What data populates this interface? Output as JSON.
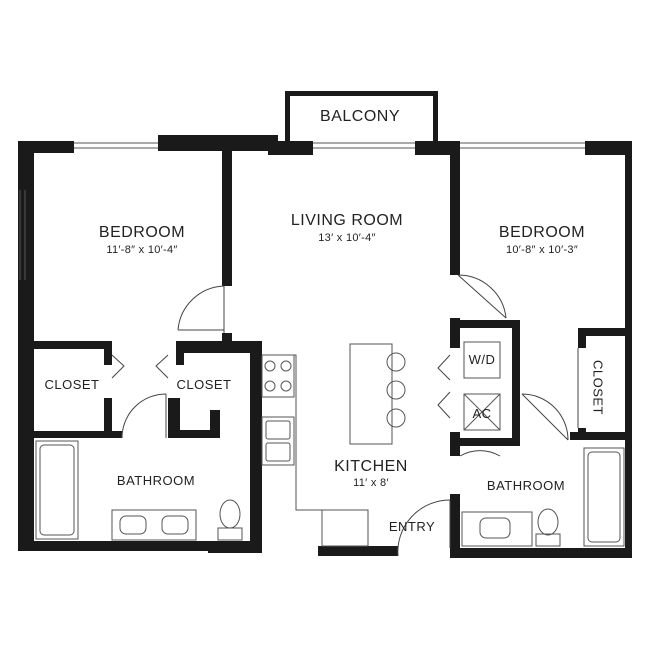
{
  "rooms": {
    "balcony": "BALCONY",
    "living": {
      "name": "LIVING ROOM",
      "dims": "13′ x 10′-4″"
    },
    "bedroom_left": {
      "name": "BEDROOM",
      "dims": "11′-8″ x 10′-4″"
    },
    "bedroom_right": {
      "name": "BEDROOM",
      "dims": "10′-8″ x 10′-3″"
    },
    "closet_left_1": "CLOSET",
    "closet_left_2": "CLOSET",
    "closet_right": "CLOSET",
    "washer_dryer": "W/D",
    "ac": "AC",
    "kitchen": {
      "name": "KITCHEN",
      "dims": "11′ x 8′"
    },
    "bathroom_left": "BATHROOM",
    "bathroom_right": "BATHROOM",
    "entry": "ENTRY"
  },
  "colors": {
    "wall": "#1a1a1a",
    "line": "#444444",
    "fixture": "#666666"
  }
}
